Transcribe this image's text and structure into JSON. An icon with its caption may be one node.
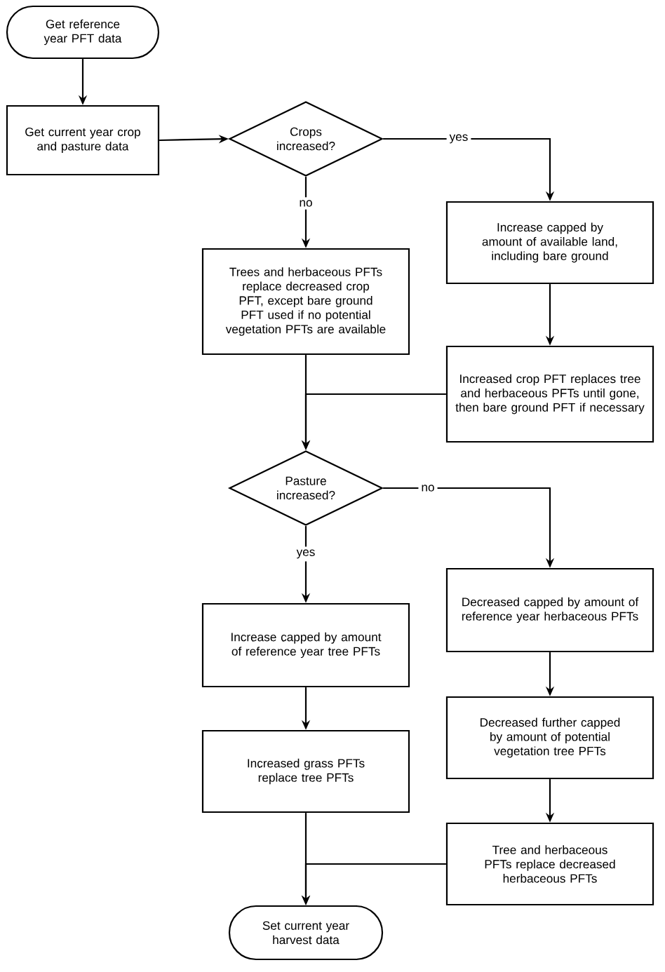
{
  "diagram": {
    "nodes": [
      {
        "text": [
          "Get reference year PFT data"
        ]
      },
      {
        "text": [
          "Get current year crop and pasture data"
        ]
      },
      {
        "text": [
          "Crops increased?"
        ]
      },
      {
        "text": [
          "Trees and herbaceous PFTs replace decreased crop PFT, except bare ground PFT used if no potential vegetation PFTs are available"
        ]
      },
      {
        "text": [
          "Increase capped by amount of available land, including bare ground"
        ]
      },
      {
        "text": [
          "Increased crop PFT replaces tree and herbaceous PFTs until gone, then bare ground PFT if necessary"
        ]
      },
      {
        "text": [
          "Pasture increased?"
        ]
      },
      {
        "text": [
          "Increase capped by amount of reference year tree PFTs"
        ]
      },
      {
        "text": [
          "Decreased capped by amount of reference year herbaceous PFTs"
        ]
      },
      {
        "text": [
          "Decreased further capped by amount of potential vegetation tree PFTs"
        ]
      },
      {
        "text": [
          "Increased grass PFTs replace tree PFTs"
        ]
      },
      {
        "text": [
          "Tree and herbaceous PFTs replace decreased herbaceous PFTs"
        ]
      },
      {
        "text": [
          "Set current year harvest data"
        ]
      }
    ],
    "edges": [
      {
        "from": 0,
        "to": 1,
        "arrow": "to"
      },
      {
        "from": 1,
        "to": 2,
        "arrow": "to"
      },
      {
        "from": 2,
        "to": 4,
        "arrow": "to",
        "label": "yes"
      },
      {
        "from": 2,
        "to": 3,
        "arrow": "to",
        "label": "no"
      },
      {
        "from": 4,
        "to": 5,
        "arrow": "to"
      },
      {
        "from": 3,
        "to": 6,
        "arrow": "to"
      },
      {
        "from": 5,
        "to": 6,
        "arrow": "to"
      },
      {
        "from": 6,
        "to": 7,
        "arrow": "to",
        "label": "yes"
      },
      {
        "from": 6,
        "to": 8,
        "arrow": "to",
        "label": "no"
      },
      {
        "from": 8,
        "to": 9,
        "arrow": "to"
      },
      {
        "from": 9,
        "to": 11,
        "arrow": "to"
      },
      {
        "from": 7,
        "to": 10,
        "arrow": "to"
      },
      {
        "from": 10,
        "to": 12,
        "arrow": "to"
      },
      {
        "from": 11,
        "to": 12,
        "arrow": "to"
      }
    ]
  }
}
